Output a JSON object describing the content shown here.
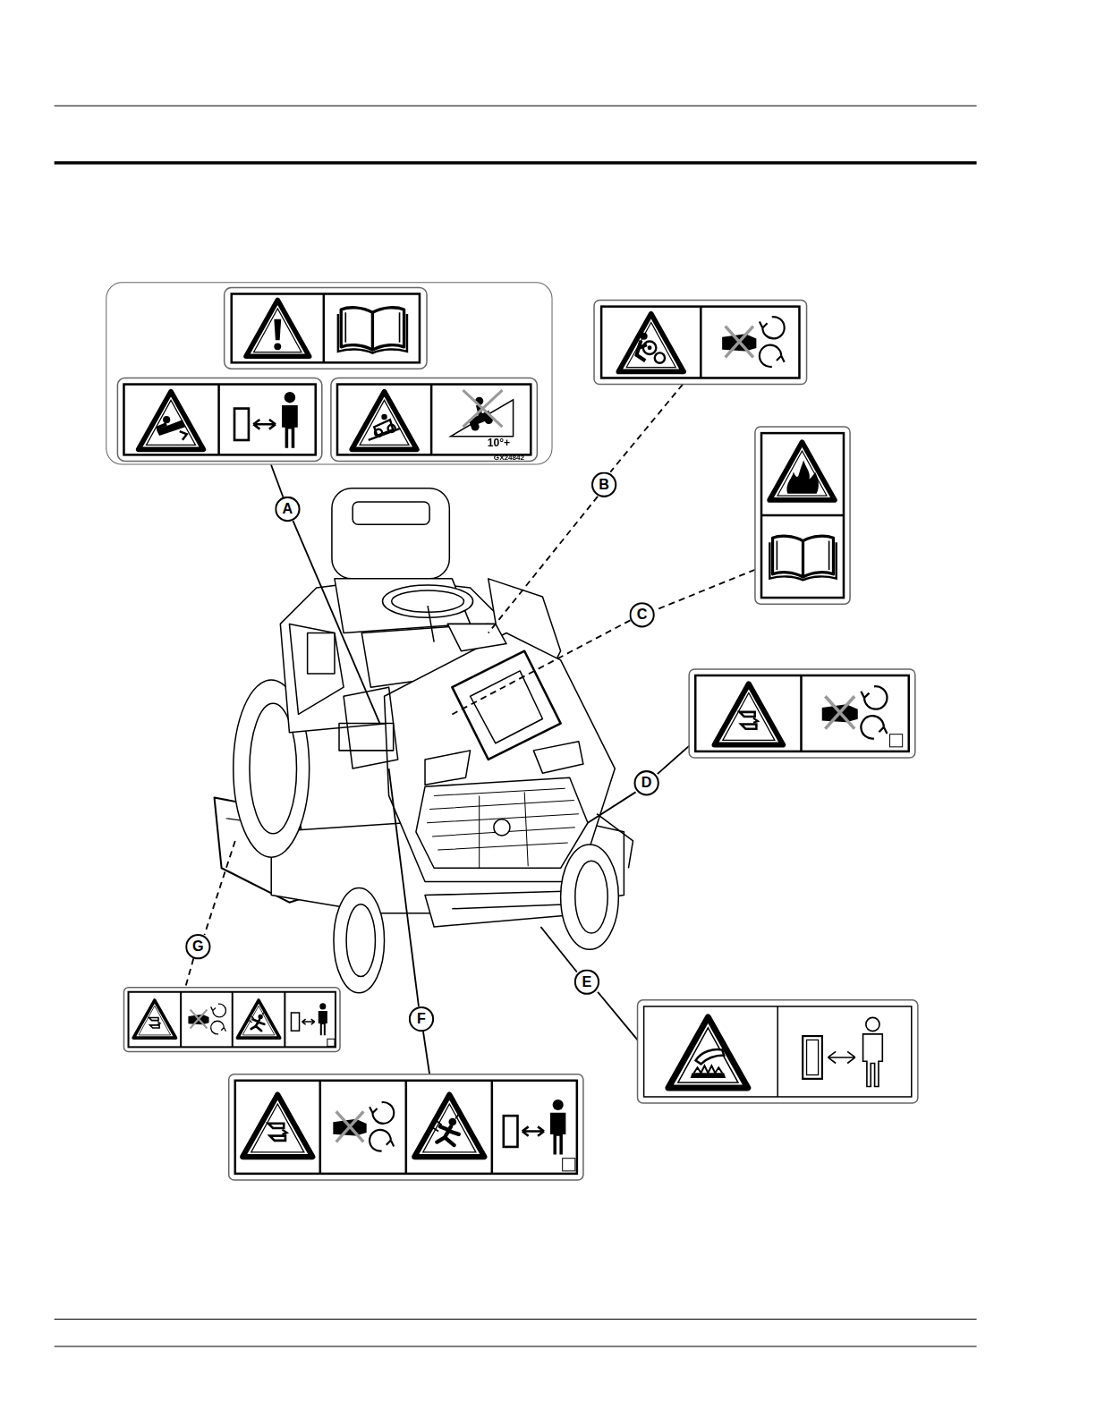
{
  "diagram": {
    "nodes": [
      {
        "text": [
          "10°+",
          "GX24842"
        ]
      },
      {
        "text": [
          "A"
        ]
      },
      {
        "text": [
          "B"
        ]
      },
      {
        "text": [
          "C"
        ]
      },
      {
        "text": [
          "D"
        ]
      },
      {
        "text": [
          "E"
        ]
      },
      {
        "text": [
          "F"
        ]
      },
      {
        "text": [
          "G"
        ]
      }
    ],
    "edges": [
      {
        "from": 0,
        "to": 1,
        "arrow": "none"
      }
    ]
  }
}
